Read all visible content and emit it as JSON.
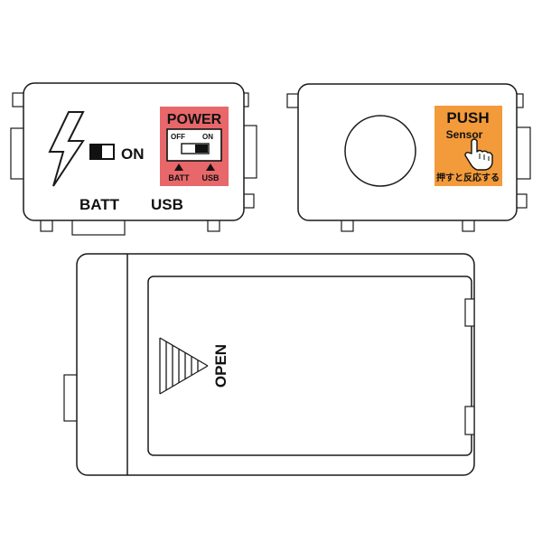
{
  "switch_box": {
    "state_label": "ON",
    "left_label": "BATT",
    "right_label": "USB"
  },
  "power_sticker": {
    "title": "POWER",
    "off_label": "OFF",
    "on_label": "ON",
    "batt_label": "BATT",
    "usb_label": "USB",
    "color": "#e8676a"
  },
  "push_sticker": {
    "title": "PUSH",
    "subtitle": "Sensor",
    "japanese_text": "押すと反応する",
    "color": "#f39a3a"
  },
  "battery_box": {
    "open_label": "OPEN"
  }
}
